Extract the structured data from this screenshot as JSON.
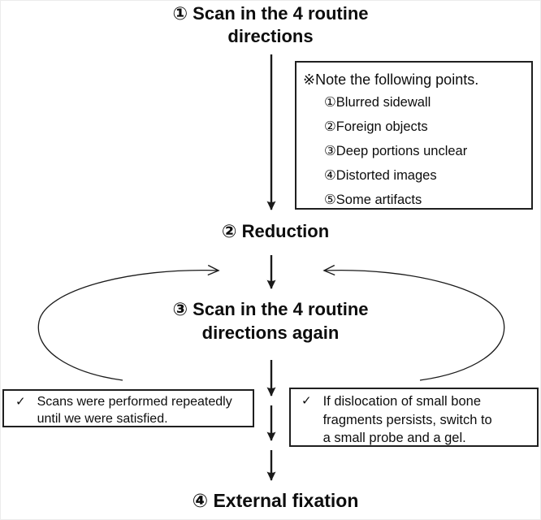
{
  "steps": {
    "step1": "① Scan in the 4 routine\ndirections",
    "step2": "② Reduction",
    "step3": "③ Scan in the 4 routine\ndirections again",
    "step4": "④ External fixation"
  },
  "note": {
    "title": "※Note the following points.",
    "items": [
      "①Blurred sidewall",
      "②Foreign objects",
      "③Deep portions unclear",
      "④Distorted images",
      "⑤Some artifacts"
    ]
  },
  "left_note": {
    "check": "✓",
    "text": "Scans were performed repeatedly\nuntil we were satisfied."
  },
  "right_note": {
    "check": "✓",
    "text": "If dislocation of small bone\nfragments persists, switch to\na small probe and a gel."
  },
  "colors": {
    "background": "#ffffff",
    "text": "#0d0d0d",
    "line": "#1a1a1a",
    "box_border": "#1f1f1f"
  }
}
